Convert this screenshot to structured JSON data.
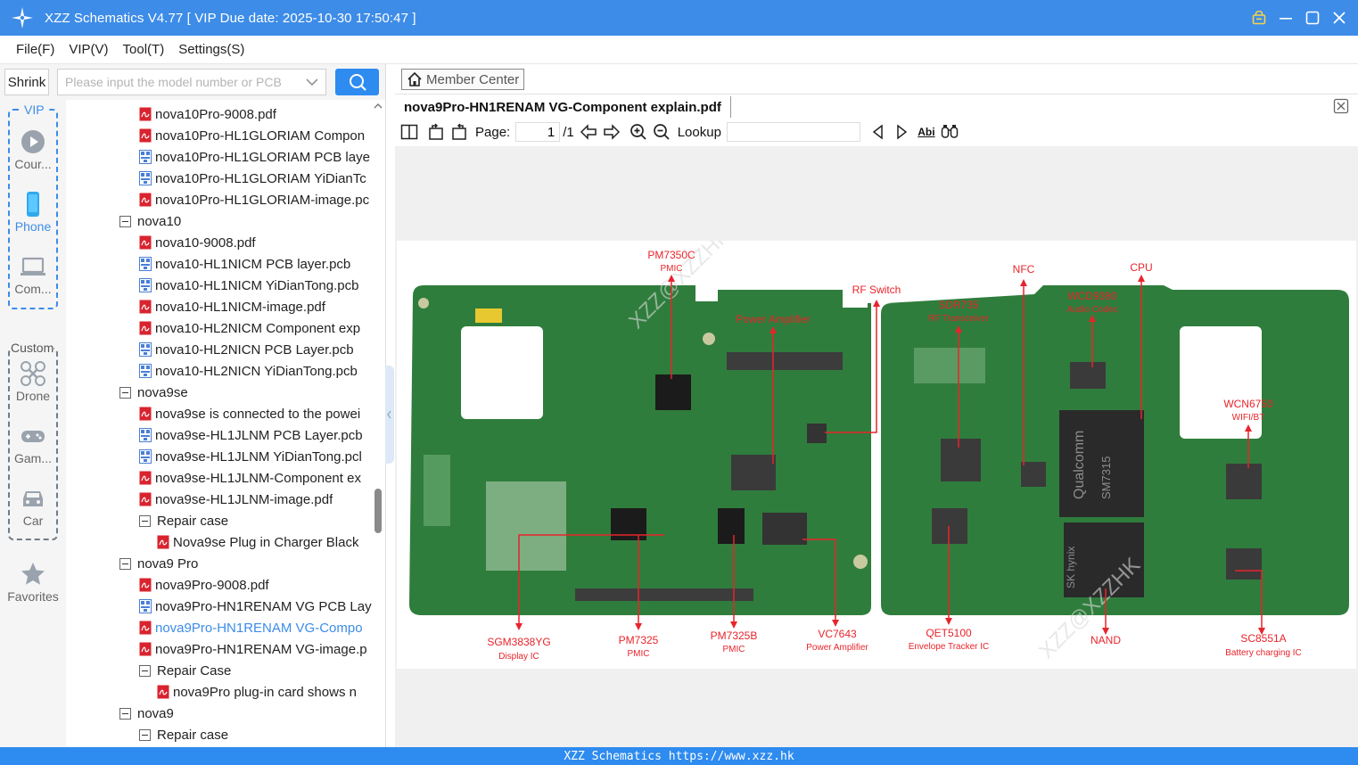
{
  "window": {
    "title": "XZZ Schematics V4.77 [ VIP Due date: 2025-10-30 17:50:47 ]"
  },
  "menu": [
    {
      "label": "File(F)"
    },
    {
      "label": "VIP(V)"
    },
    {
      "label": "Tool(T)"
    },
    {
      "label": "Settings(S)"
    }
  ],
  "search": {
    "shrink_label": "Shrink",
    "placeholder": "Please input the model number or PCB",
    "value": ""
  },
  "categories": {
    "vip_label": "VIP",
    "custom_label": "Custom",
    "vip_items": [
      {
        "label": "Cour...",
        "icon": "play-circle-icon"
      },
      {
        "label": "Phone",
        "icon": "phone-icon",
        "active": true
      },
      {
        "label": "Com...",
        "icon": "laptop-icon"
      }
    ],
    "custom_items": [
      {
        "label": "Drone",
        "icon": "drone-icon"
      },
      {
        "label": "Gam...",
        "icon": "gamepad-icon"
      },
      {
        "label": "Car",
        "icon": "car-icon"
      }
    ],
    "favorites": {
      "label": "Favorites",
      "icon": "star-icon"
    }
  },
  "tree": [
    {
      "level": 2,
      "type": "pdf",
      "label": "nova10Pro-9008.pdf"
    },
    {
      "level": 2,
      "type": "pdf",
      "label": "nova10Pro-HL1GLORIAM Compon"
    },
    {
      "level": 2,
      "type": "pcb",
      "label": "nova10Pro-HL1GLORIAM PCB laye"
    },
    {
      "level": 2,
      "type": "pcb",
      "label": "nova10Pro-HL1GLORIAM YiDianTc"
    },
    {
      "level": 2,
      "type": "pdf",
      "label": "nova10Pro-HL1GLORIAM-image.pc"
    },
    {
      "level": 1,
      "type": "folder",
      "label": "nova10"
    },
    {
      "level": 2,
      "type": "pdf",
      "label": "nova10-9008.pdf"
    },
    {
      "level": 2,
      "type": "pcb",
      "label": "nova10-HL1NICM PCB layer.pcb"
    },
    {
      "level": 2,
      "type": "pcb",
      "label": "nova10-HL1NICM YiDianTong.pcb"
    },
    {
      "level": 2,
      "type": "pdf",
      "label": "nova10-HL1NICM-image.pdf"
    },
    {
      "level": 2,
      "type": "pdf",
      "label": "nova10-HL2NICM Component exp"
    },
    {
      "level": 2,
      "type": "pcb",
      "label": "nova10-HL2NICN PCB Layer.pcb"
    },
    {
      "level": 2,
      "type": "pcb",
      "label": "nova10-HL2NICN YiDianTong.pcb"
    },
    {
      "level": 1,
      "type": "folder",
      "label": "nova9se"
    },
    {
      "level": 2,
      "type": "pdf",
      "label": "nova9se is connected to the powei"
    },
    {
      "level": 2,
      "type": "pcb",
      "label": "nova9se-HL1JLNM PCB Layer.pcb"
    },
    {
      "level": 2,
      "type": "pcb",
      "label": "nova9se-HL1JLNM YiDianTong.pcl"
    },
    {
      "level": 2,
      "type": "pdf",
      "label": "nova9se-HL1JLNM-Component ex"
    },
    {
      "level": 2,
      "type": "pdf",
      "label": "nova9se-HL1JLNM-image.pdf"
    },
    {
      "level": 2,
      "type": "folder",
      "label": "Repair case"
    },
    {
      "level": 3,
      "type": "pdf",
      "label": "Nova9se Plug in Charger Black"
    },
    {
      "level": 1,
      "type": "folder",
      "label": "nova9 Pro"
    },
    {
      "level": 2,
      "type": "pdf",
      "label": "nova9Pro-9008.pdf"
    },
    {
      "level": 2,
      "type": "pcb",
      "label": "nova9Pro-HN1RENAM VG PCB Lay"
    },
    {
      "level": 2,
      "type": "pdf",
      "label": "nova9Pro-HN1RENAM VG-Compo",
      "selected": true
    },
    {
      "level": 2,
      "type": "pdf",
      "label": "nova9Pro-HN1RENAM VG-image.p"
    },
    {
      "level": 2,
      "type": "folder",
      "label": "Repair Case"
    },
    {
      "level": 3,
      "type": "pdf",
      "label": "nova9Pro plug-in card shows n"
    },
    {
      "level": 1,
      "type": "folder",
      "label": "nova9"
    },
    {
      "level": 2,
      "type": "folder",
      "label": "Repair case"
    }
  ],
  "viewer": {
    "member_center": "Member Center",
    "doc_title": "nova9Pro-HN1RENAM VG-Component explain.pdf",
    "page_label": "Page:",
    "page_current": "1",
    "page_total": "/1",
    "lookup_label": "Lookup",
    "lookup_value": "",
    "find_icon_text": "Abi"
  },
  "pdf_labels": [
    {
      "name": "PM7350C",
      "desc": "PMIC"
    },
    {
      "name": "Power Amplifier",
      "desc": ""
    },
    {
      "name": "RF Switch",
      "desc": ""
    },
    {
      "name": "SDR735",
      "desc": "RF Transceiver"
    },
    {
      "name": "NFC",
      "desc": ""
    },
    {
      "name": "WCD9380",
      "desc": "Audio Codec"
    },
    {
      "name": "CPU",
      "desc": ""
    },
    {
      "name": "WCN6750",
      "desc": "WIFI/BT"
    },
    {
      "name": "SGM3838YG",
      "desc": "Display IC"
    },
    {
      "name": "PM7325",
      "desc": "PMIC"
    },
    {
      "name": "PM7325B",
      "desc": "PMIC"
    },
    {
      "name": "VC7643",
      "desc": "Power Amplifier"
    },
    {
      "name": "QET5100",
      "desc": "Envelope Tracker IC"
    },
    {
      "name": "NAND",
      "desc": ""
    },
    {
      "name": "SC8551A",
      "desc": "Battery charging IC"
    }
  ],
  "chip_text": {
    "cpu_brand": "Qualcomm",
    "cpu_code": "SM7315",
    "nand_brand": "SK hynix",
    "wm_1": "XZZ@XZZHK",
    "wm_2": "XZZ@XZZHK"
  },
  "status_bar": "XZZ Schematics https://www.xzz.hk"
}
